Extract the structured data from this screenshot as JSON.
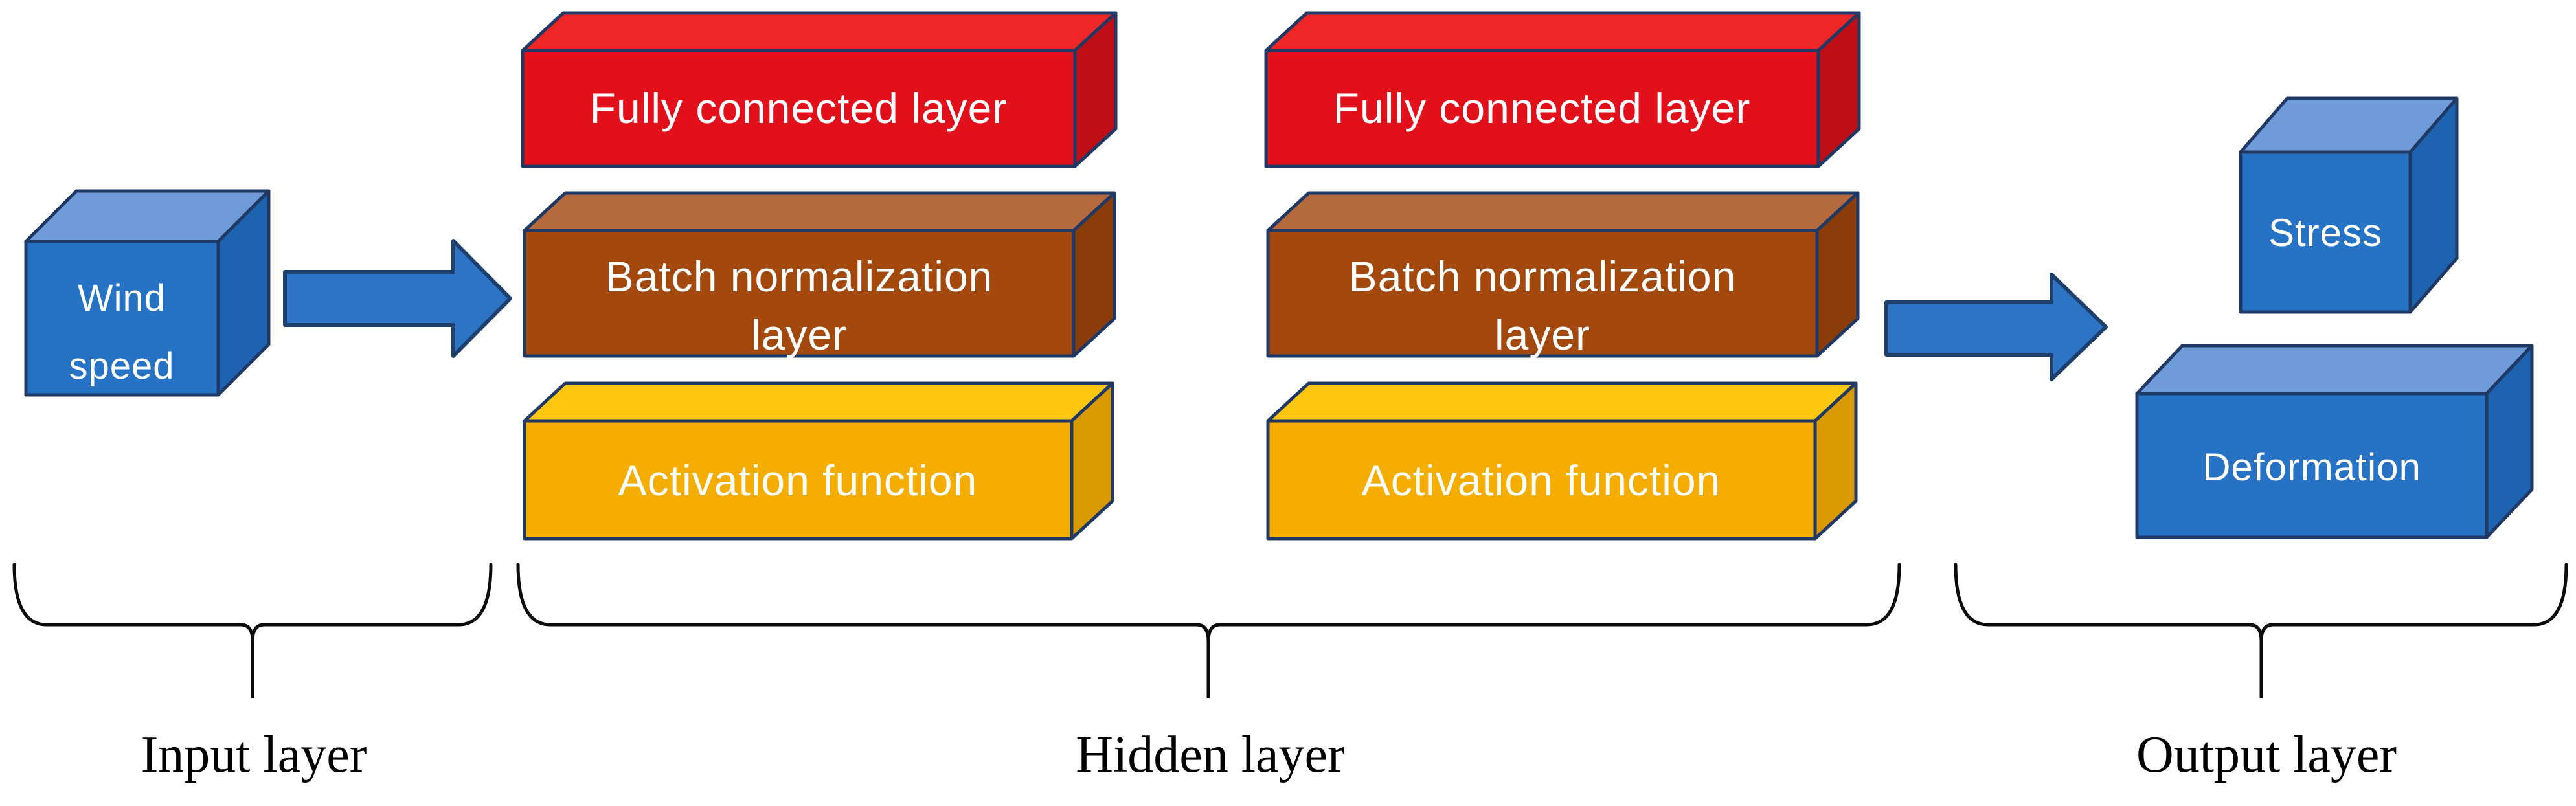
{
  "input_box": {
    "label_line1": "Wind",
    "label_line2": "speed"
  },
  "hidden_stacks": [
    {
      "fully_connected_label": "Fully connected layer",
      "batch_norm_label_line1": "Batch normalization",
      "batch_norm_label_line2": "layer",
      "activation_label": "Activation function"
    },
    {
      "fully_connected_label": "Fully connected layer",
      "batch_norm_label_line1": "Batch normalization",
      "batch_norm_label_line2": "layer",
      "activation_label": "Activation function"
    }
  ],
  "output_boxes": {
    "stress_label": "Stress",
    "deformation_label": "Deformation"
  },
  "group_labels": {
    "input": "Input layer",
    "hidden": "Hidden layer",
    "output": "Output layer"
  },
  "colors": {
    "blue_front": "#2673c5",
    "blue_top": "#6f9bd8",
    "blue_side": "#1e63b0",
    "red_front": "#e1101b",
    "red_top": "#ee2726",
    "red_side": "#bf0e15",
    "brown_front": "#a4490e",
    "brown_top": "#b56a3d",
    "brown_side": "#8a3d08",
    "yellow_front": "#f4ad00",
    "yellow_top": "#ffc80f",
    "yellow_side": "#d99a00",
    "arrow_fill": "#2e74c4",
    "arrow_outline": "#1d3f6e",
    "box_outline": "#1f3864",
    "brace_color": "#0b0b0b",
    "box_text": "#ffffff",
    "label_text": "#000000"
  }
}
